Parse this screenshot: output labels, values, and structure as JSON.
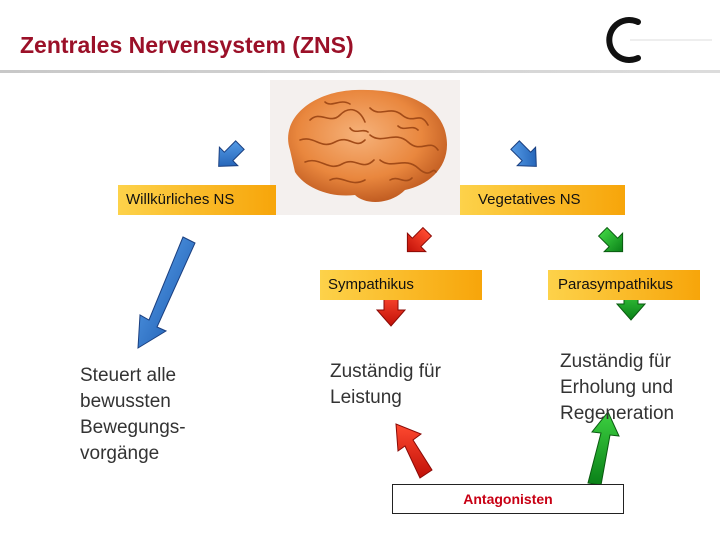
{
  "title": "Zentrales Nervensystem (ZNS)",
  "nodes": {
    "willkuerlich": "Willkürliches NS",
    "vegetativ": "Vegetatives  NS",
    "sympathikus": "Sympathikus",
    "parasympathikus": "Parasympathikus"
  },
  "descriptions": {
    "willkuerlich": [
      "Steuert alle",
      "bewussten",
      "Bewegungs-",
      "vorgänge"
    ],
    "sympathikus": [
      "Zuständig für",
      "Leistung"
    ],
    "parasympathikus": [
      "Zuständig für",
      "Erholung und",
      "Regeneration"
    ]
  },
  "antagonisten": "Antagonisten",
  "colors": {
    "title": "#9b1028",
    "blue_arrow": "#1f6fc9",
    "red_arrow": "#e02010",
    "green_arrow": "#18a020",
    "box_orange_start": "#fdd24a",
    "box_orange_end": "#f7a50a"
  },
  "icons": {
    "logo": "c-circle-logo",
    "brain": "brain-image"
  }
}
